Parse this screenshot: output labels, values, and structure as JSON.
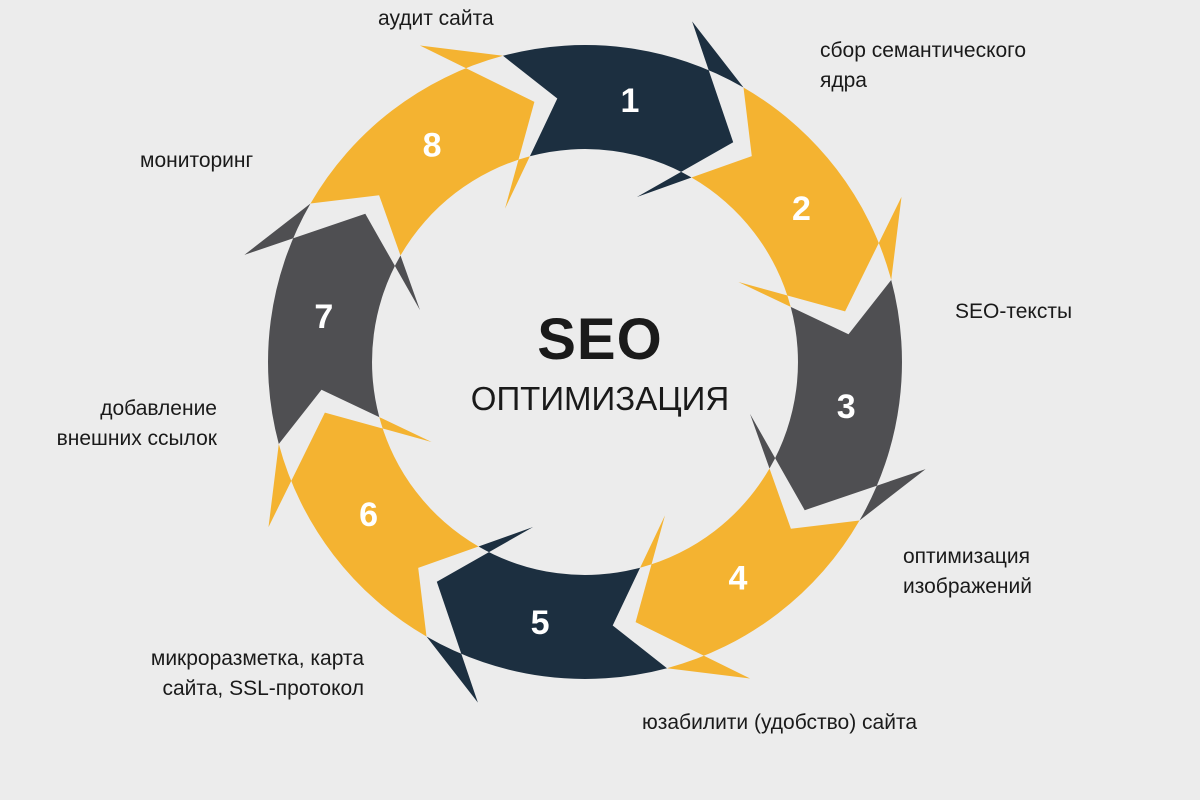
{
  "center": {
    "title": "SEO",
    "subtitle": "ОПТИМИЗАЦИЯ"
  },
  "colors": {
    "yellow": "#f4b331",
    "navy": "#1c2f40",
    "gray": "#4f4f52",
    "background": "#ececec",
    "number": "#ffffff"
  },
  "steps": [
    {
      "number": "1",
      "label": "аудит сайта",
      "color": "navy"
    },
    {
      "number": "2",
      "label": "сбор семантического\nядра",
      "color": "yellow"
    },
    {
      "number": "3",
      "label": "SEO-тексты",
      "color": "gray"
    },
    {
      "number": "4",
      "label": "оптимизация\nизображений",
      "color": "yellow"
    },
    {
      "number": "5",
      "label": "юзабилити (удобство) сайта",
      "color": "navy"
    },
    {
      "number": "6",
      "label": "микроразметка, карта\nсайта, SSL-протокол",
      "color": "yellow"
    },
    {
      "number": "7",
      "label": "добавление\nвнешних ссылок",
      "color": "gray"
    },
    {
      "number": "8",
      "label": "мониторинг",
      "color": "yellow"
    }
  ]
}
